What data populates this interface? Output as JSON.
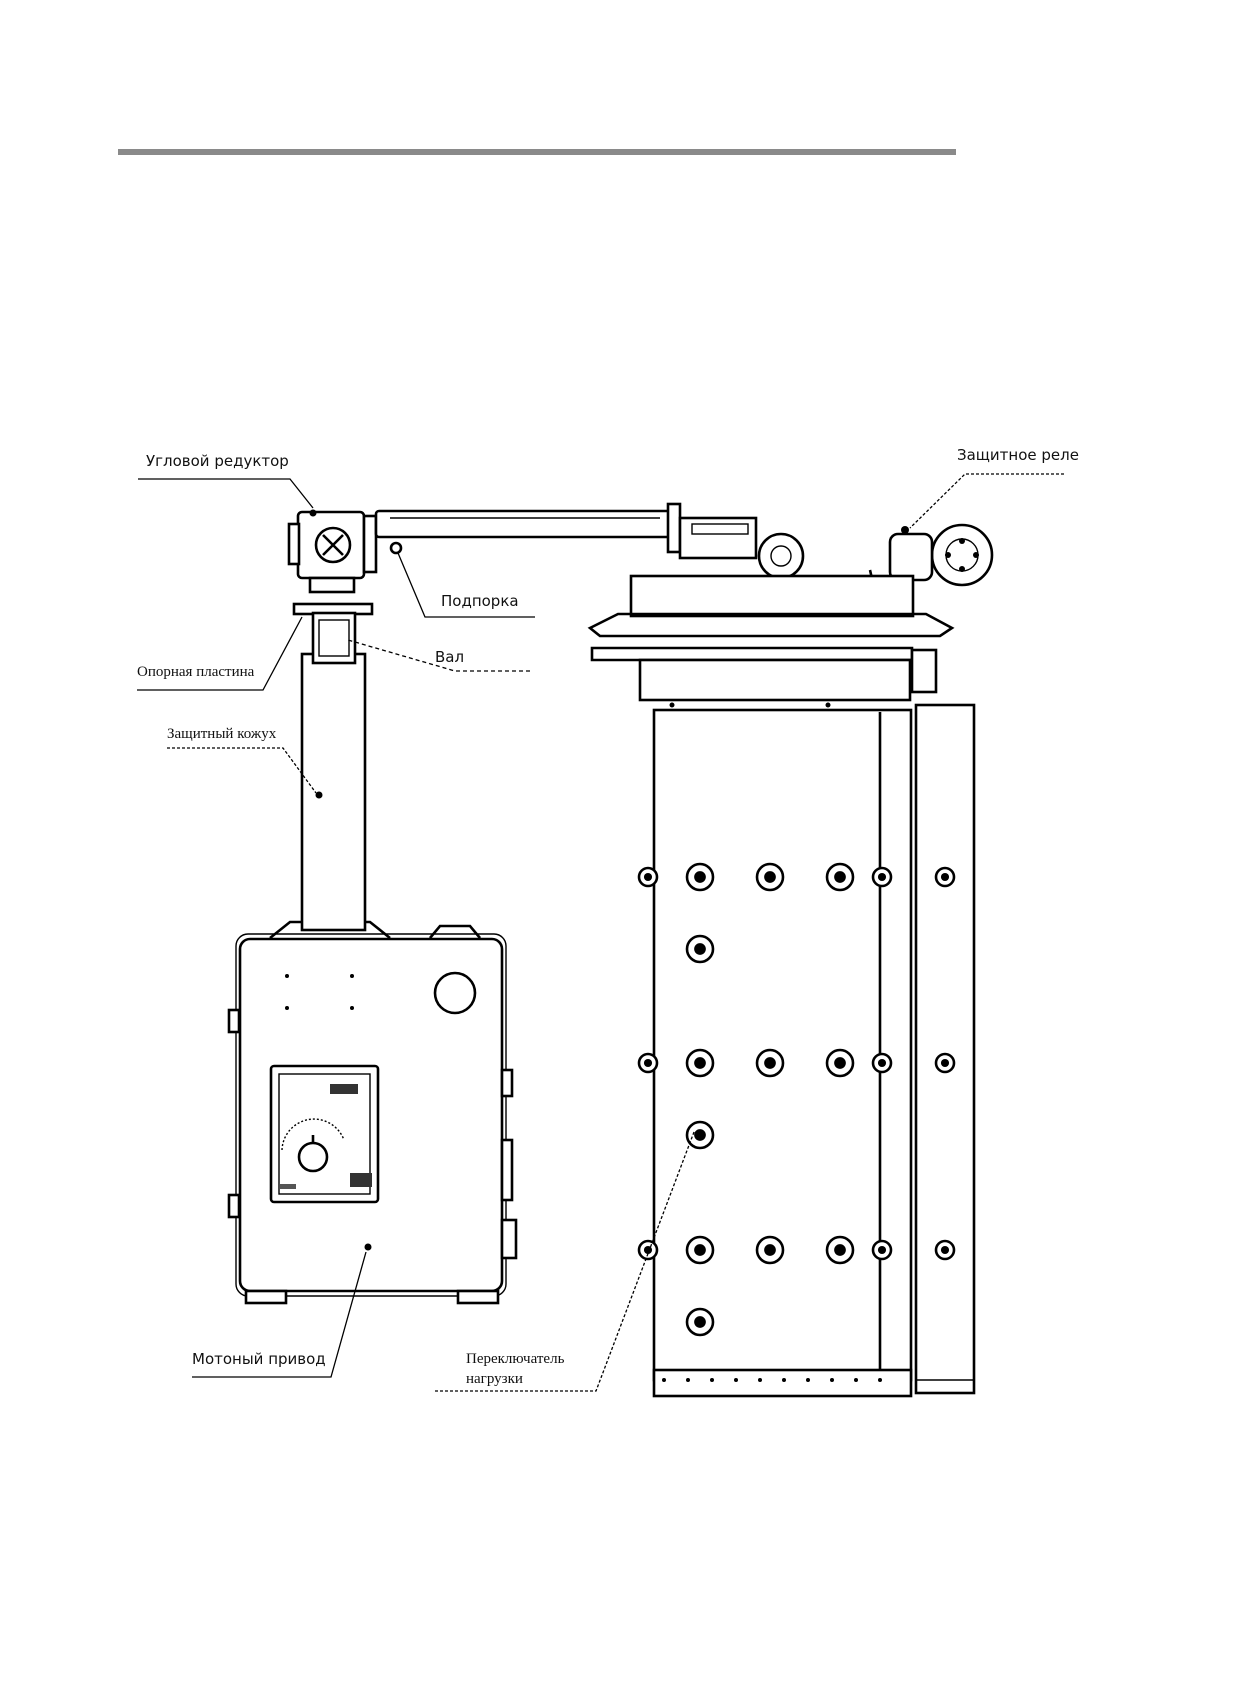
{
  "labels": {
    "angular_gearbox": "Угловой редуктор",
    "protective_relay": "Защитное реле",
    "support": "Подпорка",
    "shaft": "Вал",
    "support_plate": "Опорная пластина",
    "protective_cover": "Защитный кожух",
    "motor_drive": "Мотоный привод",
    "load_switch_line1": "Переключатель",
    "load_switch_line2": "нагрузки"
  }
}
